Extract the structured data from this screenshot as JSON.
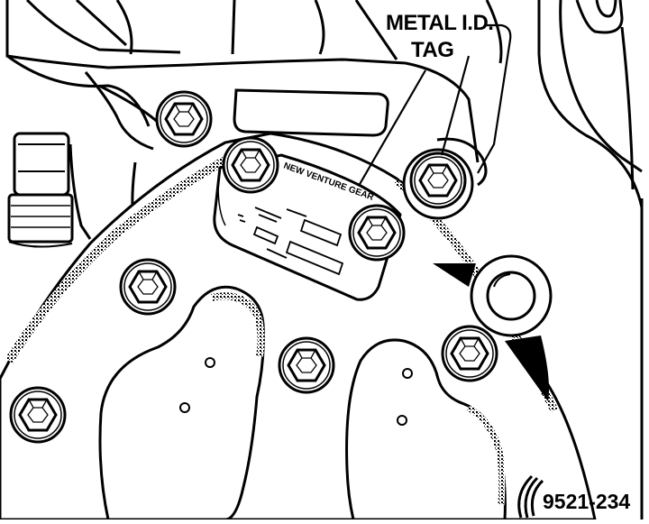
{
  "callout": {
    "line1": "METAL I.D.",
    "line2": "TAG"
  },
  "tag_text": "NEW VENTURE GEAR",
  "figure_number": "9521-234",
  "colors": {
    "ink": "#000000",
    "paper": "#ffffff"
  }
}
